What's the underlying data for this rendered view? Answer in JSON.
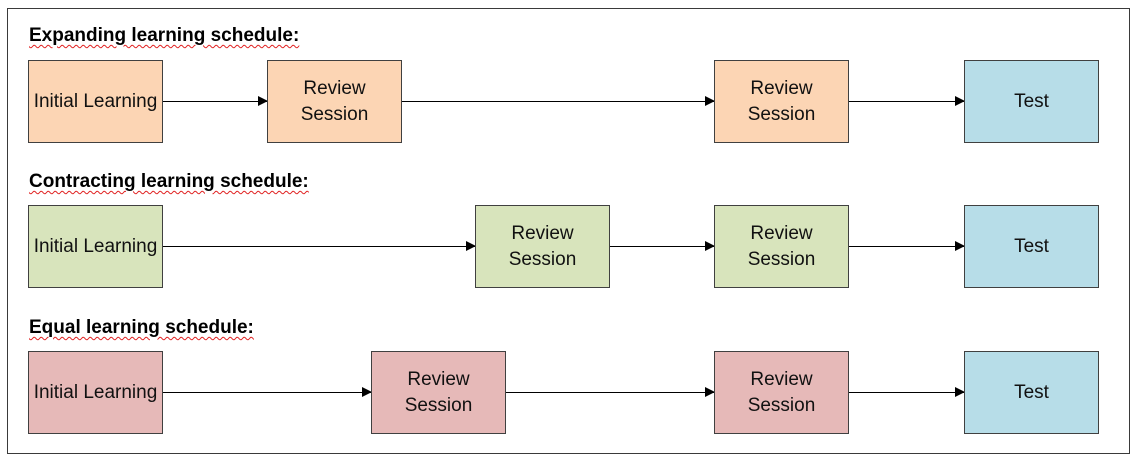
{
  "colors": {
    "expanding": "#fcd5b4",
    "contracting": "#d8e4bc",
    "equal": "#e6b9b8",
    "test": "#b7dde8"
  },
  "rows": [
    {
      "title": "Expanding learning schedule:",
      "initial": "Initial Learning",
      "review1": "Review Session",
      "review2": "Review Session",
      "test": "Test"
    },
    {
      "title": "Contracting learning schedule:",
      "initial": "Initial Learning",
      "review1": "Review Session",
      "review2": "Review Session",
      "test": "Test"
    },
    {
      "title": "Equal learning schedule:",
      "initial": "Initial Learning",
      "review1": "Review Session",
      "review2": "Review Session",
      "test": "Test"
    }
  ]
}
